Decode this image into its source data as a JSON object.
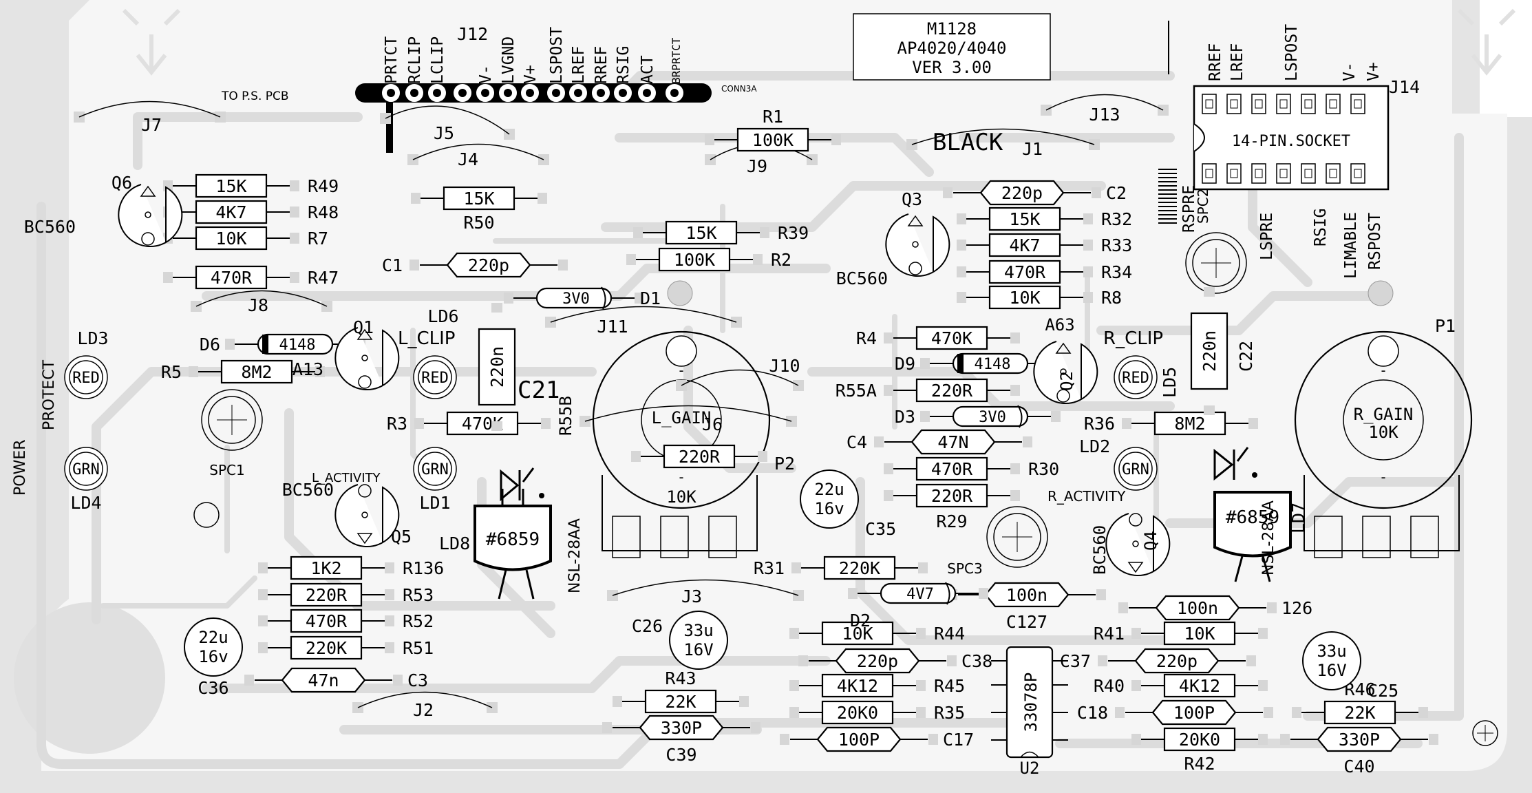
{
  "title_block": {
    "line1": "M1128",
    "line2": "AP4020/4040",
    "line3": "VER 3.00"
  },
  "labels": {
    "to_ps": "TO P.S. PCB",
    "conn3a": "CONN3A",
    "black": "BLACK",
    "socket": "14-PIN.SOCKET",
    "power": "POWER",
    "protect": "PROTECT",
    "l_clip": "L_CLIP",
    "r_clip": "R_CLIP",
    "l_activity": "L_ACTIVITY",
    "r_activity": "R_ACTIVITY",
    "l_gain": "L_GAIN",
    "r_gain": "R_GAIN",
    "gain_val": "10K",
    "nsl": "NSL-28AA",
    "opto": "#6859",
    "spc1": "SPC1",
    "spc2": "SPC2",
    "spc3": "SPC3",
    "u2": "U2",
    "u2_part": "33078P"
  },
  "header_pins": [
    "PRTCT",
    "RCLIP",
    "LCLIP",
    "J12",
    "V-",
    "LVGND",
    "V+",
    "LSPOST",
    "LREF",
    "RREF",
    "RSIG",
    "ACT",
    "BRPRTCT"
  ],
  "socket_top": [
    "RREF",
    "LREF",
    "LSPOST",
    "V-",
    "V+",
    "J14"
  ],
  "socket_bottom": [
    "RSPRE",
    "LSPRE",
    "RSIG",
    "LIMABLE",
    "RSPOST"
  ],
  "resistors": [
    {
      "ref": "R49",
      "value": "15K"
    },
    {
      "ref": "R48",
      "value": "4K7"
    },
    {
      "ref": "R7",
      "value": "10K"
    },
    {
      "ref": "R47",
      "value": "470R"
    },
    {
      "ref": "R50",
      "value": "15K"
    },
    {
      "ref": "R1",
      "value": "100K"
    },
    {
      "ref": "R39",
      "value": "15K"
    },
    {
      "ref": "R2",
      "value": "100K"
    },
    {
      "ref": "R32",
      "value": "15K"
    },
    {
      "ref": "R33",
      "value": "4K7"
    },
    {
      "ref": "R34",
      "value": "470R"
    },
    {
      "ref": "R8",
      "value": "10K"
    },
    {
      "ref": "R5",
      "value": "8M2"
    },
    {
      "ref": "R3",
      "value": "470K"
    },
    {
      "ref": "R4",
      "value": "470K"
    },
    {
      "ref": "R55A",
      "value": "220R"
    },
    {
      "ref": "R55B",
      "value": "220R"
    },
    {
      "ref": "R30",
      "value": "470R"
    },
    {
      "ref": "R29",
      "value": "220R"
    },
    {
      "ref": "R36",
      "value": "8M2"
    },
    {
      "ref": "R136",
      "value": "1K2"
    },
    {
      "ref": "R53",
      "value": "220R"
    },
    {
      "ref": "R52",
      "value": "470R"
    },
    {
      "ref": "R51",
      "value": "220K"
    },
    {
      "ref": "R31",
      "value": "220K"
    },
    {
      "ref": "R44",
      "value": "10K"
    },
    {
      "ref": "R45",
      "value": "4K12"
    },
    {
      "ref": "R35",
      "value": "20K0"
    },
    {
      "ref": "R43",
      "value": "22K"
    },
    {
      "ref": "R41",
      "value": "10K"
    },
    {
      "ref": "R40",
      "value": "4K12"
    },
    {
      "ref": "R42",
      "value": "20K0"
    },
    {
      "ref": "R46",
      "value": "22K"
    }
  ],
  "capacitors": [
    {
      "ref": "C1",
      "value": "220p"
    },
    {
      "ref": "C2",
      "value": "220p"
    },
    {
      "ref": "C21",
      "value": "220n"
    },
    {
      "ref": "C22",
      "value": "220n"
    },
    {
      "ref": "C4",
      "value": "47N"
    },
    {
      "ref": "C35",
      "value": "22u 16v"
    },
    {
      "ref": "C36",
      "value": "22u 16v"
    },
    {
      "ref": "C3",
      "value": "47n"
    },
    {
      "ref": "C26",
      "value": "33u 16V"
    },
    {
      "ref": "C25",
      "value": "33u 16V"
    },
    {
      "ref": "C127",
      "value": "100n"
    },
    {
      "ref": "126",
      "value": "100n"
    },
    {
      "ref": "C38",
      "value": "220p"
    },
    {
      "ref": "C37",
      "value": "220p"
    },
    {
      "ref": "C17",
      "value": "100P"
    },
    {
      "ref": "C18",
      "value": "100P"
    },
    {
      "ref": "C39",
      "value": "330P"
    },
    {
      "ref": "C40",
      "value": "330P"
    }
  ],
  "diodes": [
    {
      "ref": "D1",
      "value": "3V0"
    },
    {
      "ref": "D6",
      "value": "4148"
    },
    {
      "ref": "D9",
      "value": "4148"
    },
    {
      "ref": "D3",
      "value": "3V0"
    },
    {
      "ref": "D2",
      "value": "4V7"
    }
  ],
  "leds": [
    {
      "ref": "LD3",
      "color": "RED"
    },
    {
      "ref": "LD4",
      "color": "GRN"
    },
    {
      "ref": "LD6",
      "color": "RED"
    },
    {
      "ref": "LD1",
      "color": "GRN"
    },
    {
      "ref": "LD5",
      "color": "RED"
    },
    {
      "ref": "LD2",
      "color": "GRN"
    }
  ],
  "transistors": [
    {
      "ref": "Q6",
      "part": "BC560"
    },
    {
      "ref": "Q3",
      "part": "BC560"
    },
    {
      "ref": "Q1",
      "part": "A13"
    },
    {
      "ref": "Q2",
      "part": "A63"
    },
    {
      "ref": "Q5",
      "part": "BC560"
    },
    {
      "ref": "Q4",
      "part": "BC560"
    }
  ],
  "jumpers": [
    "J7",
    "J5",
    "J4",
    "J9",
    "J13",
    "J1",
    "J8",
    "J11",
    "J10",
    "J6",
    "J3",
    "J2"
  ],
  "pots": [
    {
      "ref": "P2"
    },
    {
      "ref": "P1"
    }
  ],
  "optos": [
    {
      "ref": "LD8"
    },
    {
      "ref": "LD7"
    }
  ]
}
